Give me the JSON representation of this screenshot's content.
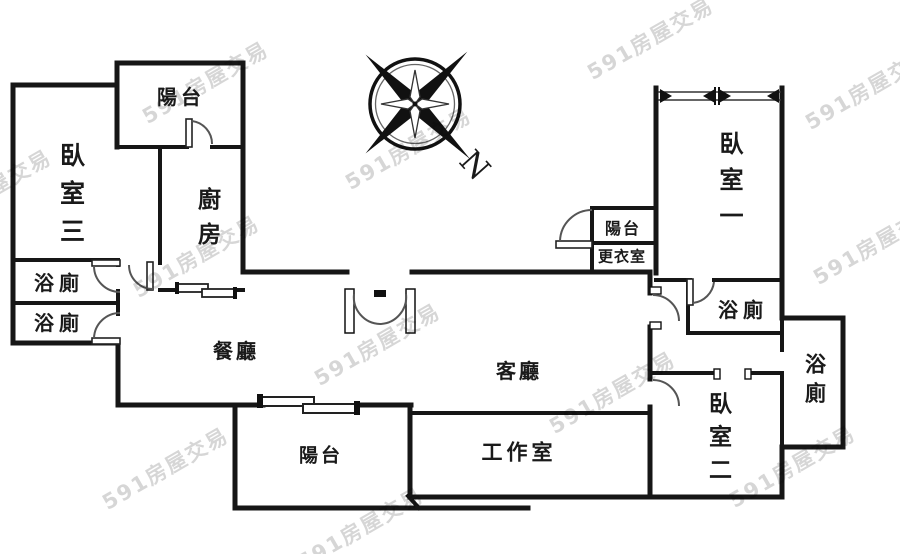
{
  "watermark": {
    "text": "591房屋交易"
  },
  "compass": {
    "north_label": "N"
  },
  "palette": {
    "wall": "#161616",
    "door_arc": "#555555",
    "watermark": "rgba(0,0,0,0.16)",
    "background": "#ffffff"
  },
  "rooms": {
    "bedroom3": {
      "label": "臥室三",
      "orientation": "vertical"
    },
    "balcony_top": {
      "label": "陽台",
      "orientation": "horizontal"
    },
    "kitchen": {
      "label": "廚房",
      "orientation": "vertical"
    },
    "bath_left_upper": {
      "label": "浴廁",
      "orientation": "horizontal"
    },
    "bath_left_lower": {
      "label": "浴廁",
      "orientation": "horizontal"
    },
    "dining": {
      "label": "餐廳",
      "orientation": "horizontal"
    },
    "living": {
      "label": "客廳",
      "orientation": "horizontal"
    },
    "balcony_bottom": {
      "label": "陽台",
      "orientation": "horizontal"
    },
    "workroom": {
      "label": "工作室",
      "orientation": "horizontal"
    },
    "bedroom1": {
      "label": "臥室一",
      "orientation": "vertical"
    },
    "balcony_right": {
      "label": "陽台",
      "orientation": "horizontal"
    },
    "dressing_room": {
      "label": "更衣室",
      "orientation": "horizontal"
    },
    "bath_right_upper": {
      "label": "浴廁",
      "orientation": "horizontal"
    },
    "bath_right_side": {
      "label": "浴廁",
      "orientation": "vertical"
    },
    "bedroom2": {
      "label": "臥室二",
      "orientation": "vertical"
    }
  }
}
